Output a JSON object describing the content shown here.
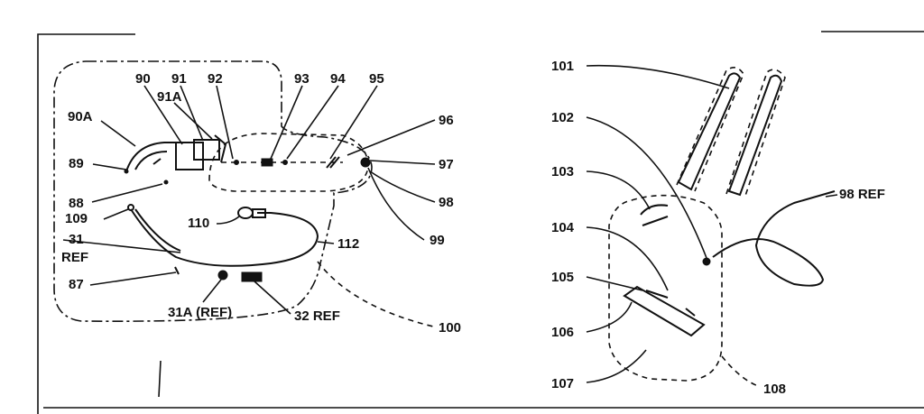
{
  "diagram": {
    "left_group": {
      "labels": {
        "l90": "90",
        "l91": "91",
        "l92": "92",
        "l93": "93",
        "l94": "94",
        "l95": "95",
        "l91a": "91A",
        "l90a": "90A",
        "l96": "96",
        "l89": "89",
        "l97": "97",
        "l88": "88",
        "l98": "98",
        "l109": "109",
        "l110": "110",
        "l99": "99",
        "l31": "31",
        "lref": "REF",
        "l112": "112",
        "l87": "87",
        "l31a": "31A (REF)",
        "l32ref": "32 REF",
        "l100": "100"
      }
    },
    "right_group": {
      "labels": {
        "l101": "101",
        "l102": "102",
        "l103": "103",
        "l98ref": "98 REF",
        "l104": "104",
        "l105": "105",
        "l106": "106",
        "l107": "107",
        "l108": "108"
      }
    }
  }
}
